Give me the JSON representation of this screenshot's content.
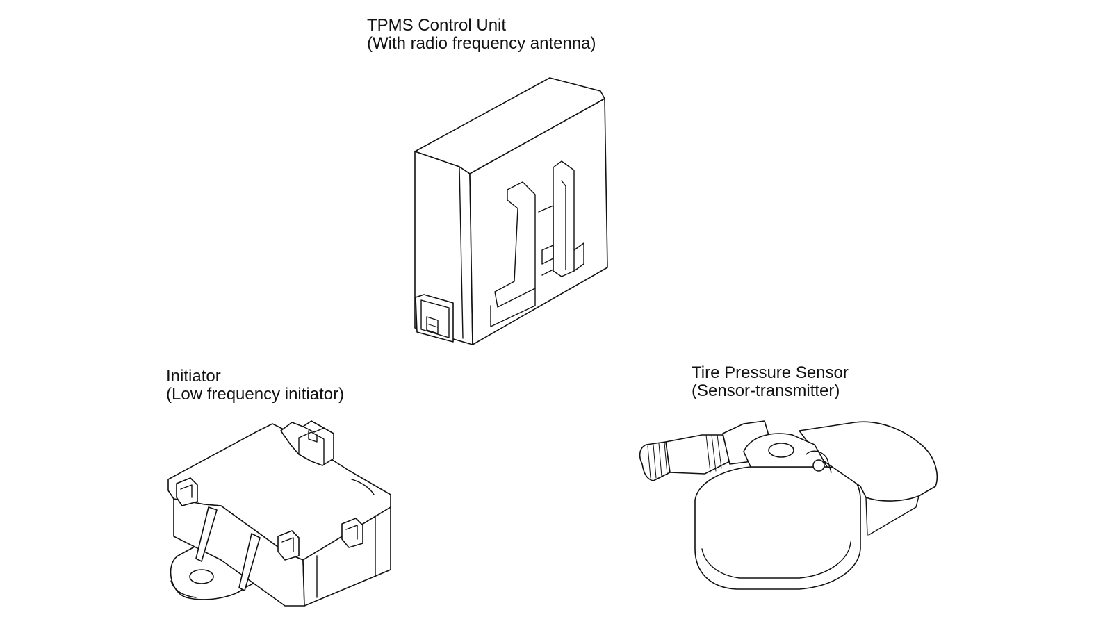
{
  "components": {
    "control_unit": {
      "title": "TPMS Control Unit",
      "subtitle": "(With radio frequency antenna)"
    },
    "initiator": {
      "title": "Initiator",
      "subtitle": "(Low frequency initiator)"
    },
    "sensor": {
      "title": "Tire Pressure Sensor",
      "subtitle": "(Sensor-transmitter)"
    }
  },
  "colors": {
    "background": "#ffffff",
    "line": "#111111"
  }
}
